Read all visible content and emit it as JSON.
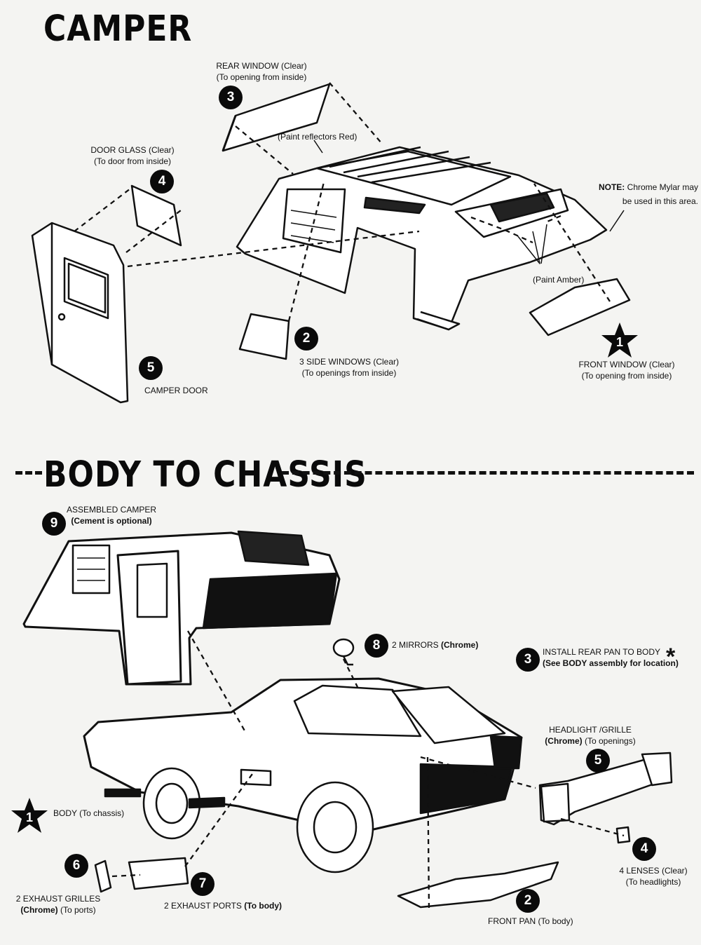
{
  "sections": {
    "camper_title": "CAMPER",
    "body_title": "BODY TO CHASSIS"
  },
  "camper": {
    "rear_window": {
      "number": "3",
      "line1": "REAR WINDOW",
      "line1b": " (Clear)",
      "line2": "(To opening from inside)"
    },
    "paint_reflectors": "(Paint reflectors Red)",
    "door_glass": {
      "number": "4",
      "line1": "DOOR GLASS (Clear)",
      "line2": "(To door from inside)"
    },
    "note": {
      "label": "NOTE:",
      "line1": " Chrome Mylar may",
      "line2": "be used in this area."
    },
    "paint_amber": "(Paint Amber)",
    "side_windows": {
      "number": "2",
      "line1": "3 SIDE WINDOWS (Clear)",
      "line2": "(To openings from inside)"
    },
    "front_window": {
      "number": "1",
      "line1": "FRONT WINDOW (Clear)",
      "line2": "(To opening from inside)"
    },
    "camper_door": {
      "number": "5",
      "label": "CAMPER DOOR"
    }
  },
  "chassis": {
    "assembled_camper": {
      "number": "9",
      "line1": "ASSEMBLED CAMPER",
      "line2": "(Cement is optional)"
    },
    "mirrors": {
      "number": "8",
      "text": "2 MIRRORS ",
      "bold": "(Chrome)"
    },
    "rear_pan": {
      "number": "3",
      "line1": "INSTALL REAR PAN TO BODY",
      "line2": "(See BODY assembly for location)",
      "mark": "*"
    },
    "headlight_grille": {
      "number": "5",
      "line1": "HEADLIGHT /GRILLE",
      "line2_bold": "(Chrome)",
      "line2": " (To openings)"
    },
    "body": {
      "number": "1",
      "label": "BODY (To chassis)"
    },
    "lenses": {
      "number": "4",
      "line1": "4 LENSES (Clear)",
      "line2": "(To headlights)"
    },
    "exhaust_grilles": {
      "number": "6",
      "line1": "2 EXHAUST GRILLES",
      "line2_bold": "(Chrome)",
      "line2": " (To ports)"
    },
    "exhaust_ports": {
      "number": "7",
      "text": "2 EXHAUST PORTS ",
      "bold": "(To body)"
    },
    "front_pan": {
      "number": "2",
      "label": "FRONT PAN (To body)"
    }
  }
}
